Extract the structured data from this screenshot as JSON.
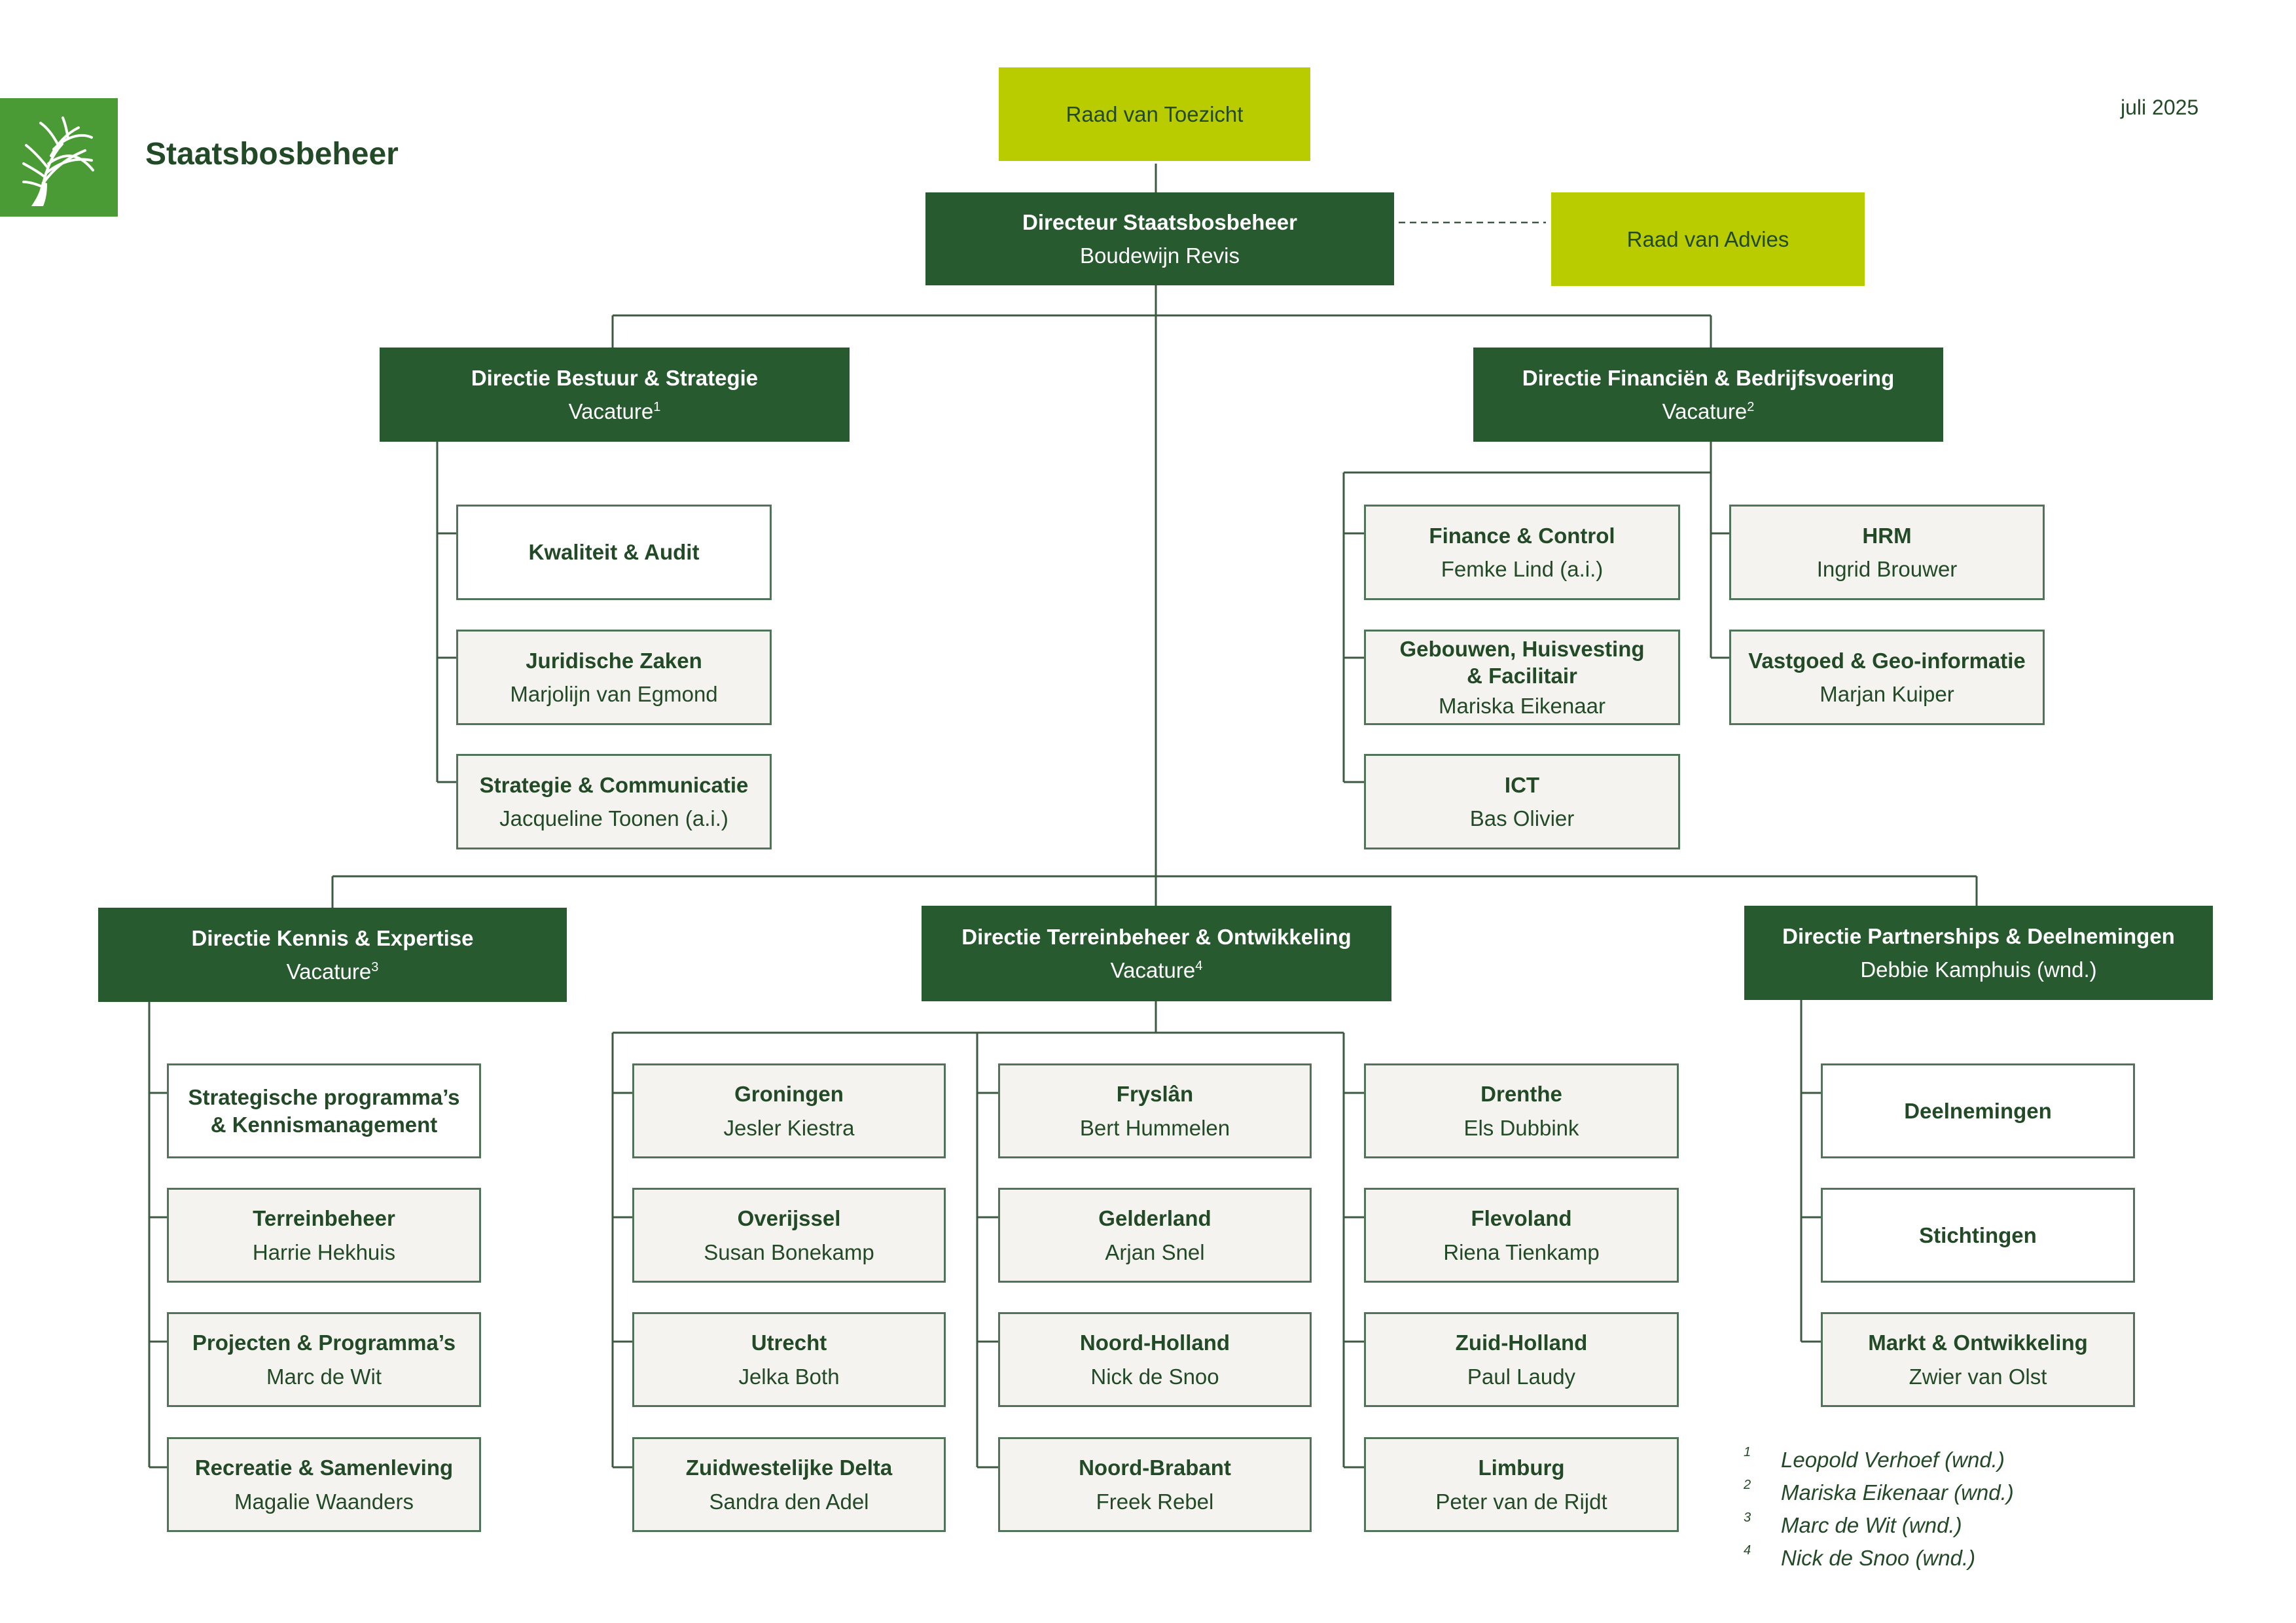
{
  "brand": {
    "name": "Staatsbosbeheer",
    "logo_icon": "tree-logo-icon",
    "logo_color": "#4a9a35"
  },
  "date": "juli 2025",
  "colors": {
    "dark_green": "#275a2f",
    "lime": "#b8cc00",
    "light_box": "#f5f3f0",
    "text": "#234a26"
  },
  "top": {
    "raad_toezicht": "Raad van Toezicht",
    "directeur": {
      "title": "Directeur Staatsbosbeheer",
      "name": "Boudewijn Revis"
    },
    "raad_advies": "Raad van Advies"
  },
  "directies": {
    "bestuur": {
      "title": "Directie Bestuur & Strategie",
      "name": "Vacature",
      "sup": "1",
      "units": [
        {
          "title": "Kwaliteit & Audit"
        },
        {
          "title": "Juridische Zaken",
          "name": "Marjolijn van Egmond"
        },
        {
          "title": "Strategie & Communicatie",
          "name": "Jacqueline Toonen (a.i.)"
        }
      ]
    },
    "financien": {
      "title": "Directie Financiën & Bedrijfsvoering",
      "name": "Vacature",
      "sup": "2",
      "units": [
        {
          "title": "Finance & Control",
          "name": "Femke Lind (a.i.)"
        },
        {
          "title": "Gebouwen, Huisvesting & Facilitair",
          "name": "Mariska Eikenaar"
        },
        {
          "title": "ICT",
          "name": "Bas Olivier"
        },
        {
          "title": "HRM",
          "name": "Ingrid Brouwer"
        },
        {
          "title": "Vastgoed & Geo-informatie",
          "name": "Marjan Kuiper"
        }
      ]
    },
    "kennis": {
      "title": "Directie Kennis & Expertise",
      "name": "Vacature",
      "sup": "3",
      "units": [
        {
          "title": "Strategische programma’s & Kennismanagement"
        },
        {
          "title": "Terreinbeheer",
          "name": "Harrie Hekhuis"
        },
        {
          "title": "Projecten & Programma’s",
          "name": "Marc de Wit"
        },
        {
          "title": "Recreatie & Samenleving",
          "name": "Magalie Waanders"
        }
      ]
    },
    "terrein": {
      "title": "Directie Terreinbeheer & Ontwikkeling",
      "name": "Vacature",
      "sup": "4",
      "units": [
        {
          "title": "Groningen",
          "name": "Jesler Kiestra"
        },
        {
          "title": "Overijssel",
          "name": "Susan Bonekamp"
        },
        {
          "title": "Utrecht",
          "name": "Jelka Both"
        },
        {
          "title": "Zuidwestelijke Delta",
          "name": "Sandra den Adel"
        },
        {
          "title": "Fryslân",
          "name": "Bert Hummelen"
        },
        {
          "title": "Gelderland",
          "name": "Arjan Snel"
        },
        {
          "title": "Noord-Holland",
          "name": "Nick de Snoo"
        },
        {
          "title": "Noord-Brabant",
          "name": "Freek Rebel"
        },
        {
          "title": "Drenthe",
          "name": "Els Dubbink"
        },
        {
          "title": "Flevoland",
          "name": "Riena Tienkamp"
        },
        {
          "title": "Zuid-Holland",
          "name": "Paul Laudy"
        },
        {
          "title": "Limburg",
          "name": "Peter van de Rijdt"
        }
      ]
    },
    "partnerships": {
      "title": "Directie Partnerships & Deelnemingen",
      "name": "Debbie Kamphuis (wnd.)",
      "units": [
        {
          "title": "Deelnemingen"
        },
        {
          "title": "Stichtingen"
        },
        {
          "title": "Markt & Ontwikkeling",
          "name": "Zwier van Olst"
        }
      ]
    }
  },
  "footnotes": [
    {
      "n": "1",
      "text": "Leopold Verhoef (wnd.)"
    },
    {
      "n": "2",
      "text": "Mariska Eikenaar (wnd.)"
    },
    {
      "n": "3",
      "text": "Marc de Wit (wnd.)"
    },
    {
      "n": "4",
      "text": "Nick de Snoo (wnd.)"
    }
  ]
}
